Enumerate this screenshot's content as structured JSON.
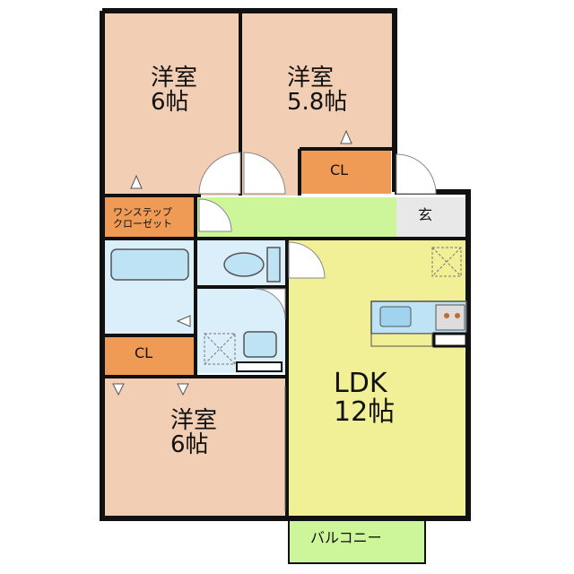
{
  "rooms": {
    "nw_bedroom": {
      "name": "洋室",
      "size": "6帖"
    },
    "ne_bedroom": {
      "name": "洋室",
      "size": "5.8帖"
    },
    "sw_bedroom": {
      "name": "洋室",
      "size": "6帖"
    },
    "ldk": {
      "name": "LDK",
      "size": "12帖"
    },
    "closet_north": "CL",
    "closet_west": "CL",
    "one_step_closet": [
      "ワンステップ",
      "クローゼット"
    ],
    "entrance": "玄",
    "balcony": "バルコニー"
  },
  "colors": {
    "bedroom": "#f2cfb4",
    "closet": "#ef9a55",
    "corridor": "#cdf59a",
    "ldk": "#f1f097",
    "water": "#dbeffb",
    "balcony": "#cdf59a",
    "wall": "#111111"
  }
}
